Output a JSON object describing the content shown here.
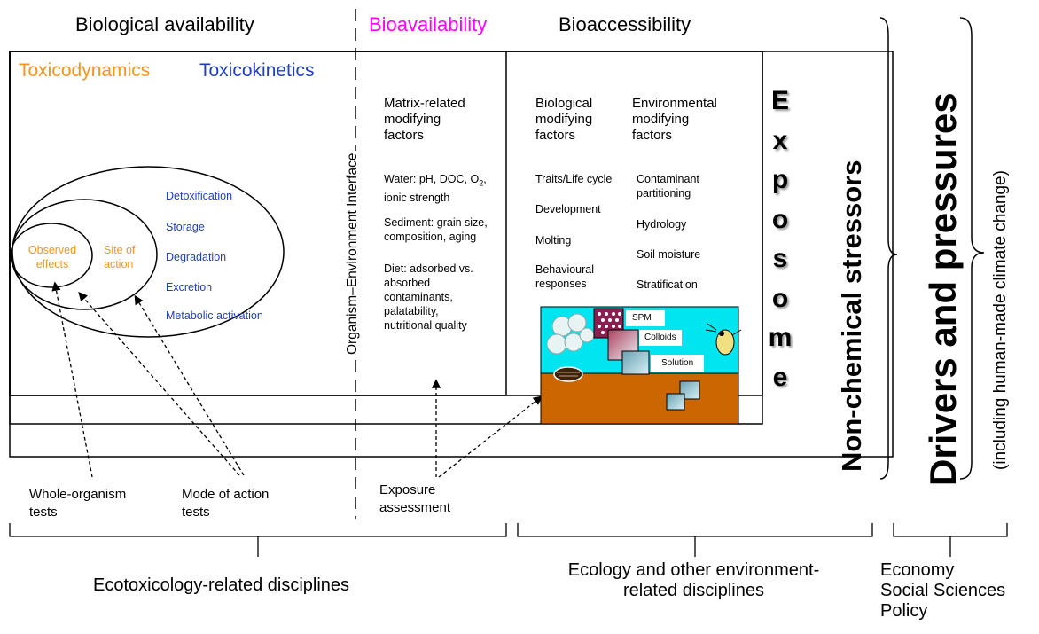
{
  "headers": {
    "biological_availability": "Biological availability",
    "bioavailability": "Bioavailability",
    "bioaccessibility": "Bioaccessibility"
  },
  "inner": {
    "toxicodynamics": "Toxicodynamics",
    "toxicokinetics": "Toxicokinetics",
    "interface": "Organism–Environment Interface",
    "ellipse": {
      "observed_effects": [
        "Observed",
        "effects"
      ],
      "site_of_action": [
        "Site of",
        "action"
      ],
      "processes": [
        "Detoxification",
        "Storage",
        "Degradation",
        "Excretion",
        "Metabolic activation"
      ]
    }
  },
  "matrix": {
    "title": [
      "Matrix-related",
      "modifying",
      "factors"
    ],
    "water": [
      "Water: pH, DOC, O",
      "2",
      ",",
      "ionic strength"
    ],
    "sediment": [
      "Sediment: grain size,",
      "composition, aging"
    ],
    "diet": [
      "Diet: adsorbed vs.",
      "absorbed",
      "contaminants,",
      "palatability,",
      "nutritional quality"
    ]
  },
  "biological": {
    "title": [
      "Biological",
      "modifying",
      "factors"
    ],
    "items": [
      "Traits/Life cycle",
      "Development",
      "Molting",
      "Behavioural",
      "responses"
    ]
  },
  "environmental": {
    "title": [
      "Environmental",
      "modifying",
      "factors"
    ],
    "items": [
      "Contaminant",
      "partitioning",
      "Hydrology",
      "Soil moisture",
      "Stratification"
    ]
  },
  "scene": {
    "spm": "SPM",
    "colloids": "Colloids",
    "solution": "Solution"
  },
  "exposome": [
    "E",
    "x",
    "p",
    "o",
    "s",
    "o",
    "m",
    "e"
  ],
  "non_chemical": "Non-chemical stressors",
  "drivers": "Drivers and pressures",
  "drivers_sub": "(including human-made climate change)",
  "bottom": {
    "whole_organism": [
      "Whole-organism",
      "tests"
    ],
    "mode_of_action": [
      "Mode of action",
      "tests"
    ],
    "exposure": [
      "Exposure",
      "assessment"
    ]
  },
  "disciplines": {
    "ecotox": "Ecotoxicology-related disciplines",
    "ecology": [
      "Ecology and other environment-",
      "related disciplines"
    ],
    "economy": [
      "Economy",
      "Social Sciences",
      "Policy"
    ]
  },
  "colors": {
    "orange": "#f7941d",
    "blue": "#1f3fbf",
    "magenta": "#ff00ff",
    "water": "#00e5f0",
    "sediment": "#cc6600"
  }
}
